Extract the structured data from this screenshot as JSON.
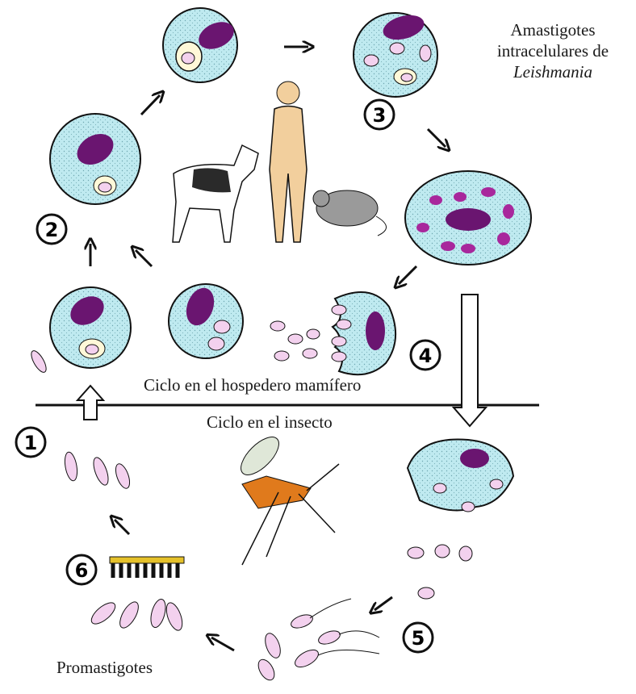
{
  "labels": {
    "amastigotes_line1": "Amastigotes",
    "amastigotes_line2": "intracelulares de",
    "amastigotes_line3": "Leishmania",
    "mammal_cycle": "Ciclo en el hospedero mamífero",
    "insect_cycle": "Ciclo en el insecto",
    "promastigotes": "Promastigotes"
  },
  "steps": [
    "1",
    "2",
    "3",
    "4",
    "5",
    "6"
  ],
  "colors": {
    "cell_fill": "#bfeaf0",
    "nucleus": "#6a1570",
    "parasite_fill": "#f3d1ee",
    "parasite_dot": "#a8279c",
    "vacuole": "#fff8d8",
    "outline": "#111111",
    "microvilli": "#e5c12a",
    "mosquito_body": "#e07a1c",
    "skin": "#f2cf9d"
  },
  "icons": [
    "dog-icon",
    "human-icon",
    "rat-icon",
    "sandfly-icon"
  ]
}
